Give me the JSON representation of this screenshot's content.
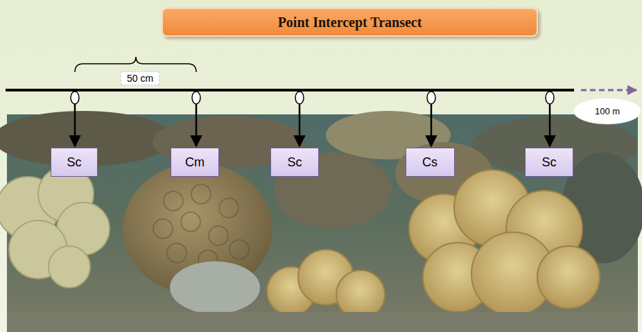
{
  "diagram": {
    "title": "Point Intercept Transect",
    "nodes": [
      {
        "text": [
          "Sc"
        ]
      },
      {
        "text": [
          "Cm"
        ]
      },
      {
        "text": [
          "Sc"
        ]
      },
      {
        "text": [
          "Cs"
        ]
      },
      {
        "text": [
          "Sc"
        ]
      },
      {
        "text": [
          "100 m"
        ]
      }
    ],
    "labels": [
      "50 cm"
    ]
  }
}
